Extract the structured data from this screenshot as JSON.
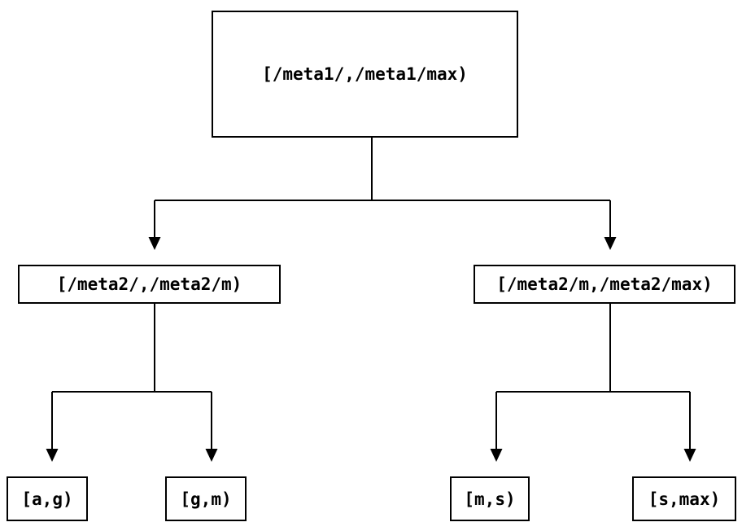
{
  "nodes": {
    "root": {
      "label": "[/meta1/,/meta1/max)"
    },
    "left": {
      "label": "[/meta2/,/meta2/m)"
    },
    "right": {
      "label": "[/meta2/m,/meta2/max)"
    },
    "leaf_ag": {
      "label": "[a,g)"
    },
    "leaf_gm": {
      "label": "[g,m)"
    },
    "leaf_ms": {
      "label": "[m,s)"
    },
    "leaf_smax": {
      "label": "[s,max)"
    }
  },
  "hierarchy": {
    "root": [
      "left",
      "right"
    ],
    "left": [
      "leaf_ag",
      "leaf_gm"
    ],
    "right": [
      "leaf_ms",
      "leaf_smax"
    ]
  },
  "colors": {
    "background": "#ffffff",
    "line": "#000000",
    "text": "#000000"
  }
}
